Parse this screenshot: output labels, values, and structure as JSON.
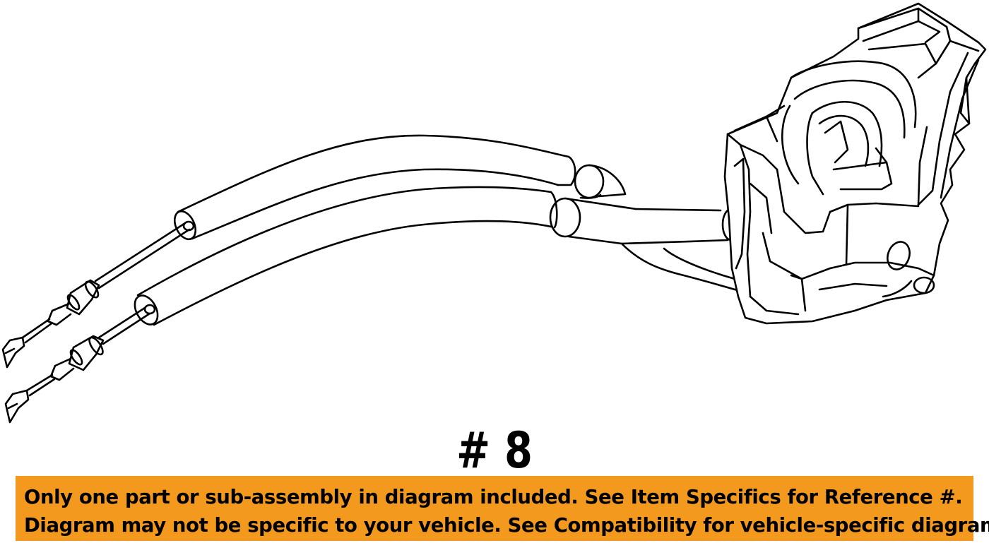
{
  "diagram": {
    "ref_label": "# 8"
  },
  "notice": {
    "line1": "Only one part or sub-assembly in diagram included. See Item Specifics for Reference #.",
    "line2": "Diagram may not be specific to your vehicle. See Compatibility for vehicle-specific diagrams.",
    "background_color": "#f39a1e"
  }
}
